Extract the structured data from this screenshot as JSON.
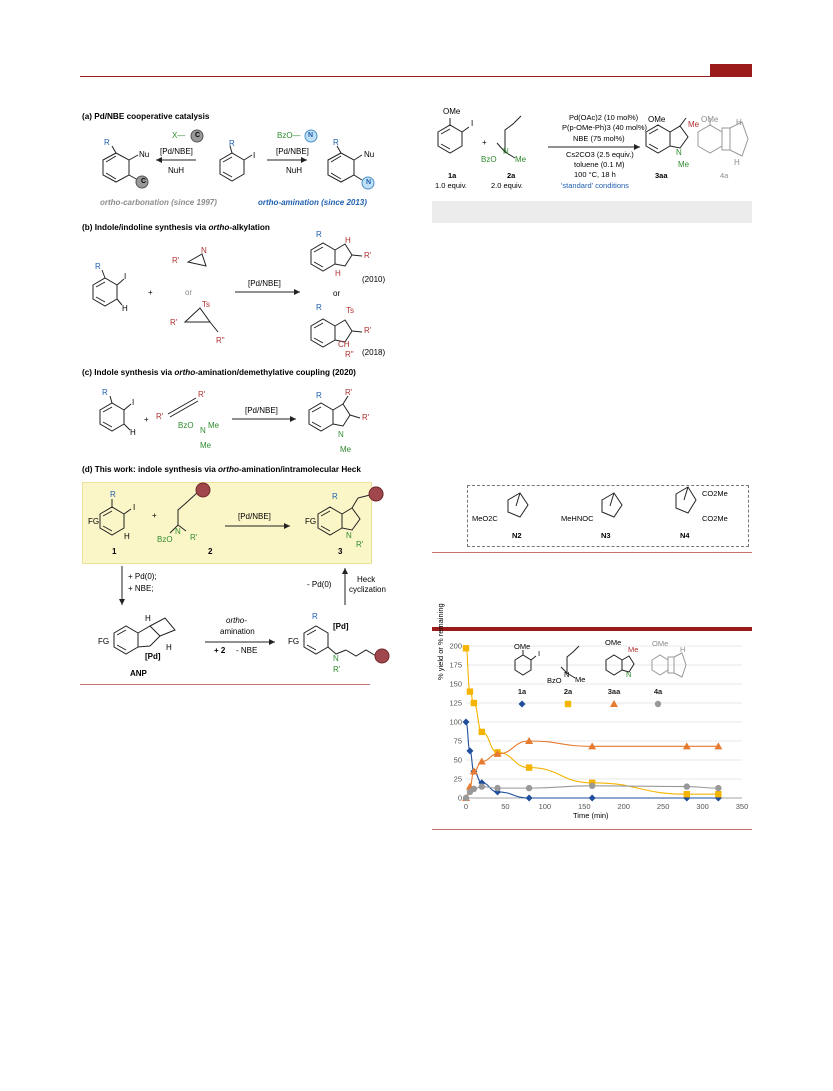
{
  "sections": {
    "a": {
      "title": "(a) Pd/NBE cooperative catalysis",
      "left_reagent": "X—",
      "left_cond1": "[Pd/NBE]",
      "left_cond2": "NuH",
      "right_reagent": "BzO—",
      "right_cond1": "[Pd/NBE]",
      "right_cond2": "NuH",
      "left_caption": "ortho-carbonation (since 1997)",
      "right_caption": "ortho-amination (since 2013)",
      "C_label": "C",
      "N_label": "N",
      "R": "R",
      "I": "I",
      "Nu": "Nu"
    },
    "b": {
      "title_pre": "(b) Indole/indoline synthesis via ",
      "title_it": "ortho",
      "title_post": "-alkylation",
      "plus": "+",
      "or1": "or",
      "or2": "or",
      "cond": "[Pd/NBE]",
      "year1": "(2010)",
      "year2": "(2018)",
      "Ts": "Ts",
      "Rp": "R'",
      "Rpp": "R\"",
      "H": "H",
      "CH": "CH",
      "C": "C",
      "N": "N",
      "R": "R",
      "I": "I"
    },
    "c": {
      "title_pre": "(c) Indole synthesis via ",
      "title_it": "ortho",
      "title_post": "-amination/demethylative coupling (2020)",
      "plus": "+",
      "cond": "[Pd/NBE]",
      "BzO": "BzO",
      "N": "N",
      "Me": "Me",
      "Rp": "R'",
      "R": "R",
      "I": "I",
      "H": "H"
    },
    "d": {
      "title_pre": "(d) This work: indole synthesis via ",
      "title_it": "ortho",
      "title_post": "-amination/intramolecular Heck",
      "cond": "[Pd/NBE]",
      "plus": "+",
      "FG": "FG",
      "R": "R",
      "I": "I",
      "H": "H",
      "BzO": "BzO",
      "N": "N",
      "Rp": "R'",
      "c1": "1",
      "c2": "2",
      "c3": "3",
      "step_down1": "+ Pd(0);",
      "step_down2": "+ NBE;",
      "step_mid1": "ortho-",
      "step_mid2": "amination",
      "step_mid3": "+ 2",
      "step_mid4": "- NBE",
      "step_up1": "- Pd(0)",
      "step_up2": "Heck",
      "step_up3": "cyclization",
      "ANP": "ANP",
      "Pd": "[Pd]"
    }
  },
  "reaction_top": {
    "OMe": "OMe",
    "I": "I",
    "plus": "+",
    "BzO": "BzO",
    "N": "N",
    "Me": "Me",
    "cond1": "Pd(OAc)2 (10 mol%)",
    "cond2": "P(p-OMe-Ph)3 (40 mol%)",
    "cond3": "NBE (75 mol%)",
    "cond4": "Cs2CO3 (2.5 equiv.)",
    "cond5": "toluene (0.1 M)",
    "cond6": "100 °C, 18 h",
    "cond7": "'standard' conditions",
    "c1a": "1a",
    "e1a": "1.0 equiv.",
    "c2a": "2a",
    "e2a": "2.0 equiv.",
    "c3aa": "3aa",
    "c4a": "4a",
    "H": "H"
  },
  "nbe_box": {
    "n2_sub": "MeO2C",
    "n2": "N2",
    "n3_sub": "MeHNOC",
    "n3": "N3",
    "n4_sub1": "CO2Me",
    "n4_sub2": "CO2Me",
    "n4": "N4"
  },
  "chart_data": {
    "type": "scatter",
    "xlabel": "Time (min)",
    "ylabel": "% yield or % remaining",
    "xlim": [
      0,
      350
    ],
    "ylim": [
      0,
      200
    ],
    "xticks": [
      0,
      50,
      100,
      150,
      200,
      250,
      300,
      350
    ],
    "yticks": [
      0,
      25,
      50,
      75,
      100,
      125,
      150,
      175,
      200
    ],
    "x": [
      0,
      5,
      10,
      20,
      40,
      80,
      160,
      280,
      320
    ],
    "series": [
      {
        "name": "1a",
        "marker": "diamond",
        "color": "#1f4e9c",
        "values": [
          100,
          62,
          35,
          20,
          8,
          0,
          0,
          0,
          0
        ]
      },
      {
        "name": "2a",
        "marker": "square",
        "color": "#f4b400",
        "values": [
          197,
          140,
          125,
          87,
          60,
          40,
          20,
          5,
          5
        ]
      },
      {
        "name": "3aa",
        "marker": "triangle",
        "color": "#e57a30",
        "values": [
          0,
          15,
          35,
          48,
          58,
          75,
          68,
          68,
          68
        ]
      },
      {
        "name": "4a",
        "marker": "circle",
        "color": "#999999",
        "values": [
          0,
          8,
          12,
          15,
          13,
          13,
          16,
          15,
          13
        ]
      }
    ],
    "legend_labels": {
      "OMe": "OMe",
      "I": "I",
      "BzO": "BzO",
      "N": "N",
      "Me": "Me",
      "H": "H"
    }
  }
}
